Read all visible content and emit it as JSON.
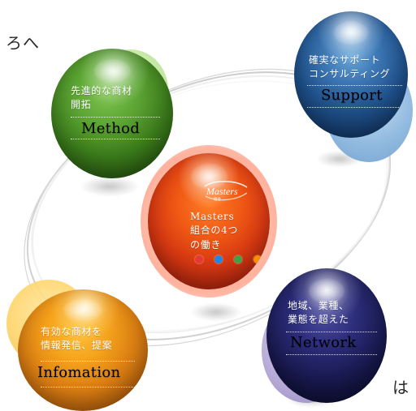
{
  "fragments": {
    "top_left": "ろへ",
    "bottom_right": "は"
  },
  "cards": {
    "method": {
      "lead_1": "先進的な商材",
      "lead_2": "開拓",
      "title": "Method"
    },
    "support": {
      "lead_1": "確実なサポート",
      "lead_2": "コンサルティング",
      "title": "Support"
    },
    "center": {
      "logo_main": "Masters",
      "logo_sub": "組合",
      "line_1": "Masters",
      "line_2": "組合の4つ",
      "line_3": "の働き"
    },
    "network": {
      "lead_1": "地域、業種、",
      "lead_2": "業態を超えた",
      "title": "Network"
    },
    "information": {
      "lead_1": "有効な商材を",
      "lead_2": "情報発信、提案",
      "title": "Infomation"
    }
  },
  "colors": {
    "red_dot": "#e53935",
    "blue_dot": "#1e88e5",
    "green_dot": "#43a047",
    "orange_dot": "#fb8c00"
  }
}
